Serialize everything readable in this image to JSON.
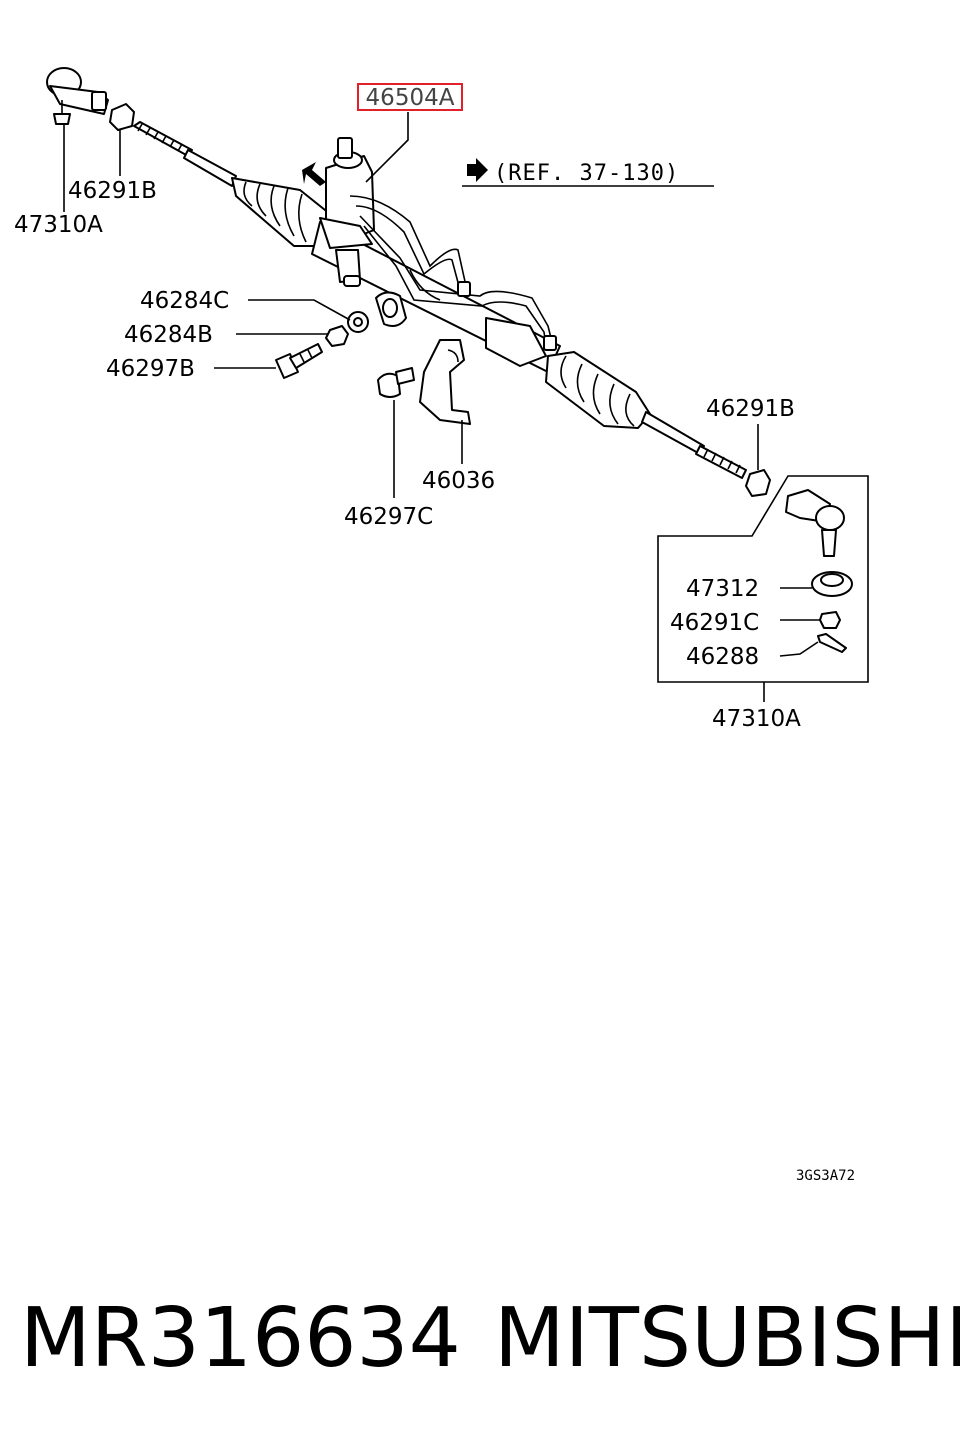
{
  "highlight": {
    "part_number": "46504A",
    "box_color": "#e0202a"
  },
  "reference": {
    "text": "(REF. 37-130)"
  },
  "labels": {
    "tie_rod_end_left": "47310A",
    "nut_left": "46291B",
    "nut_right": "46291B",
    "washer_46284c": "46284C",
    "washer_46284b": "46284B",
    "bolt_46297b": "46297B",
    "bolt_46297c": "46297C",
    "clamp_46036": "46036",
    "boot_47312": "47312",
    "nut_46291c": "46291C",
    "pin_46288": "46288",
    "tie_rod_end_right": "47310A"
  },
  "diagram_code": "3GS3A72",
  "footer": {
    "part_number": "MR316634",
    "brand": "MITSUBISHI"
  },
  "icons": {
    "reference_arrow": "right-arrow-icon",
    "direction_arrow": "front-direction-arrow-icon"
  }
}
